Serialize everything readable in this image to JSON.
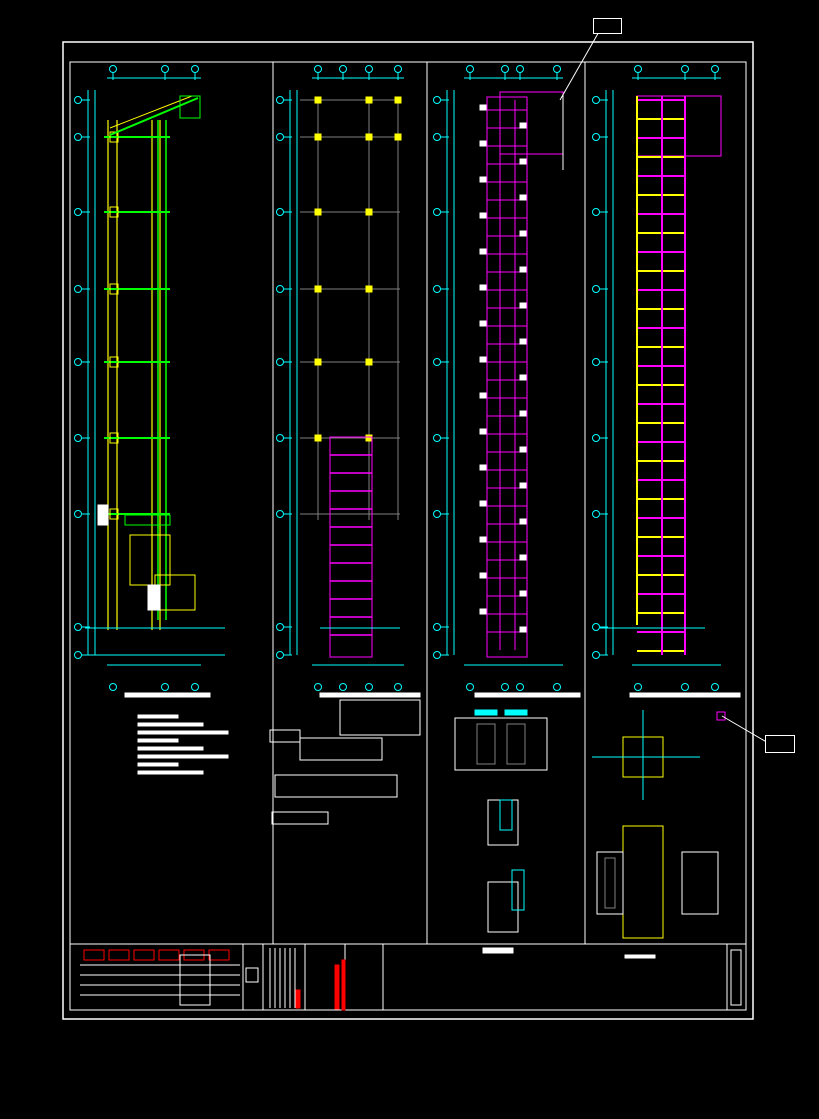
{
  "drawing": {
    "background": "#000000",
    "colors": {
      "frame": "#ffffff",
      "grid_axis": "#00ffff",
      "grid_line": "#808080",
      "column": "#ffff00",
      "wall": "#00ff00",
      "rebar": "#ff00ff",
      "title_block_text": "#ff0000"
    },
    "callouts": [
      "",
      ""
    ],
    "panels": [
      {
        "name": "section-elevation",
        "note": ""
      },
      {
        "name": "column-layout-plan",
        "note": ""
      },
      {
        "name": "slab-reinforcement-plan",
        "note": ""
      },
      {
        "name": "beam-reinforcement-plan",
        "note": ""
      }
    ],
    "detail_captions": [
      "",
      "",
      ""
    ],
    "title_block": {
      "project": "",
      "drawing_no": ""
    }
  }
}
